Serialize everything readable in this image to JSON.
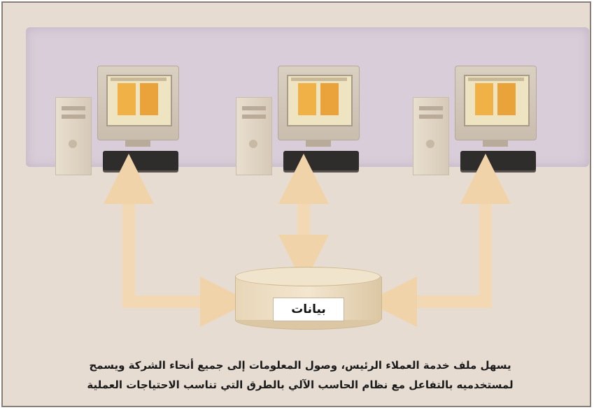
{
  "diagram": {
    "database_label": "بيانات",
    "computers": [
      {
        "name": "computer-left"
      },
      {
        "name": "computer-center"
      },
      {
        "name": "computer-right"
      }
    ]
  },
  "caption": {
    "line1": "يسهل ملف خدمة العملاء الرئيس، وصول المعلومات إلى جميع أنحاء الشركة ويسمح",
    "line2": "لمستخدميه بالتفاعل مع نظام الحاسب الآلي بالطرق التي تناسب الاحتياجات العملية"
  },
  "colors": {
    "background": "#e6dcd1",
    "panel": "#d8cdd8",
    "arrow": "#f2d9b3",
    "screen_window": "#f0b246"
  }
}
